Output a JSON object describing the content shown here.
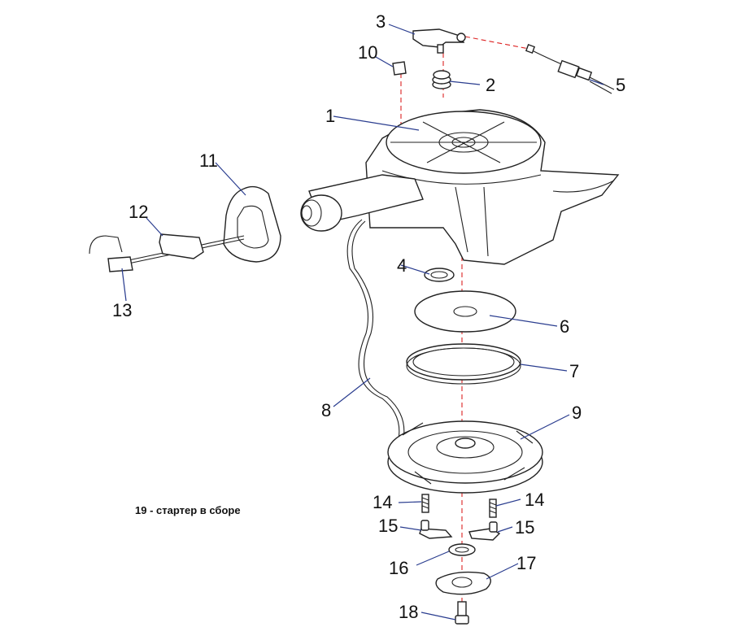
{
  "caption": "19 - стартер в сборе",
  "labels": {
    "l1": "1",
    "l2": "2",
    "l3": "3",
    "l4": "4",
    "l5": "5",
    "l6": "6",
    "l7": "7",
    "l8": "8",
    "l9": "9",
    "l10": "10",
    "l11": "11",
    "l12": "12",
    "l13": "13",
    "l14a": "14",
    "l14b": "14",
    "l15a": "15",
    "l15b": "15",
    "l16": "16",
    "l17": "17",
    "l18": "18"
  },
  "colors": {
    "leader": "#2a3d8f",
    "axis": "#dd2222",
    "line": "#222222"
  }
}
